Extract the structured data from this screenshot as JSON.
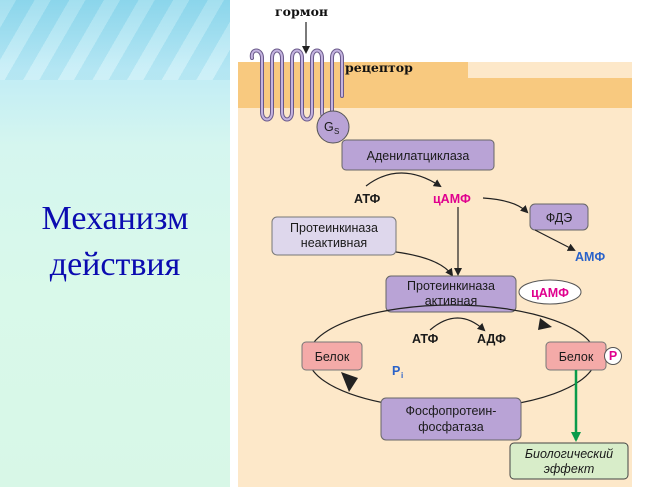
{
  "slide": {
    "title": "Механизм\nдействия"
  },
  "diagram": {
    "hormone": "гормон",
    "receptor": "рецептор",
    "gs": "G",
    "gs_sub": "S",
    "adenylate_cyclase": "Аденилатциклаза",
    "atp_top": "АТФ",
    "camp_top": "цАМФ",
    "pde": "ФДЭ",
    "amp": "АМФ",
    "pk_inactive_1": "Протеинкиназа",
    "pk_inactive_2": "неактивная",
    "pk_active_1": "Протеинкиназа",
    "pk_active_2": "активная",
    "camp_badge": "цАМФ",
    "atp_mid": "АТФ",
    "adp_mid": "АДФ",
    "protein_left": "Белок",
    "protein_right": "Белок",
    "phosphate": "P",
    "pi": "P",
    "pi_sub": "i",
    "phosphatase_1": "Фосфопротеин-",
    "phosphatase_2": "фосфатаза",
    "bio_effect_1": "Биологический",
    "bio_effect_2": "эффект"
  },
  "colors": {
    "membrane": "#f8c97f",
    "cytoplasm": "#fde8c9",
    "purple_box": "#b9a3d6",
    "lavender_box": "#ded7ec",
    "pink_box": "#f4aaa8",
    "green_box": "#d8edc9",
    "camp_red": "#e0008e",
    "amp_blue": "#2a62c9",
    "arrow_green": "#0a9b4a"
  }
}
